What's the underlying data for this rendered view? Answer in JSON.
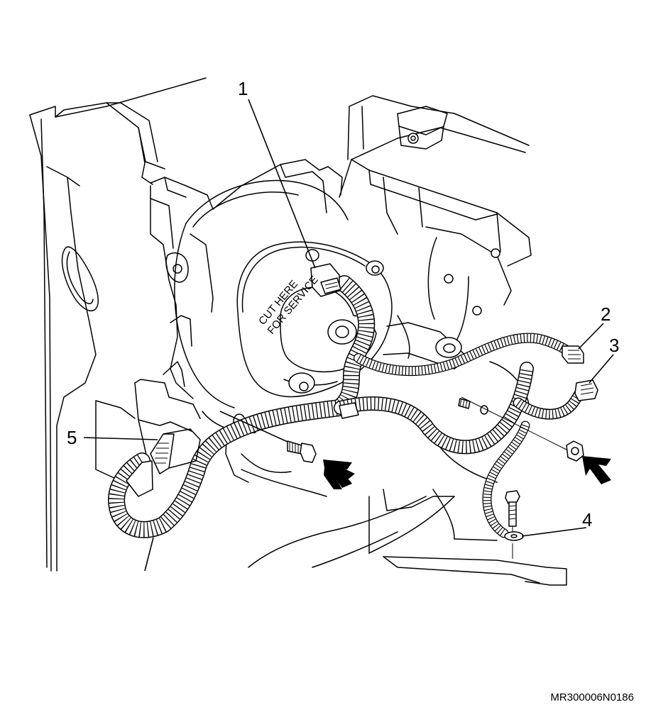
{
  "figure": {
    "reference_code": "MR300006N0186",
    "motor_label_line1": "CUT HERE",
    "motor_label_line2": "FOR SERVICE"
  },
  "callouts": [
    {
      "id": "1",
      "text": "1"
    },
    {
      "id": "2",
      "text": "2"
    },
    {
      "id": "3",
      "text": "3"
    },
    {
      "id": "4",
      "text": "4"
    },
    {
      "id": "5",
      "text": "5"
    }
  ],
  "colors": {
    "line": "#000000",
    "background": "#ffffff",
    "harness_fill": "#ffffff"
  }
}
